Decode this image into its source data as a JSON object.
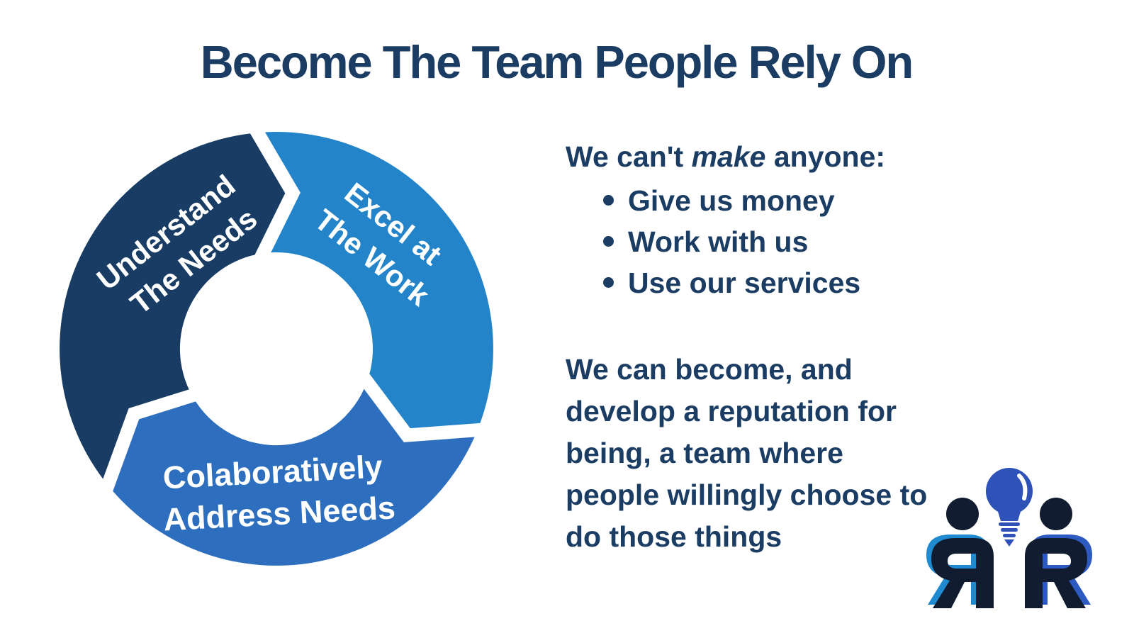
{
  "title": "Become The Team People Rely On",
  "colors": {
    "navy_text": "#1b3c63",
    "segment_dark": "#183c64",
    "segment_light_blue": "#2384ca",
    "segment_mid_blue": "#2d6fbe",
    "gap_white": "#ffffff",
    "logo_navy": "#111c30",
    "logo_blue_left": "#1f8ad0",
    "logo_blue_right": "#2d5ac0",
    "bulb_blue": "#2e52b8"
  },
  "diagram": {
    "name": "team-cycle-donut",
    "segments": [
      {
        "id": "understand-the-needs",
        "lines": [
          "Understand",
          "The Needs"
        ]
      },
      {
        "id": "excel-at-the-work",
        "lines": [
          "Excel at",
          "The Work"
        ]
      },
      {
        "id": "colaboratively-address-needs",
        "lines": [
          "Colaboratively",
          "Address Needs"
        ]
      }
    ]
  },
  "right_panel": {
    "intro_prefix": "We can't ",
    "intro_emphasis": "make",
    "intro_suffix": " anyone:",
    "bullets": [
      "Give us money",
      "Work with us",
      "Use our services"
    ],
    "paragraph": "We can become, and\ndevelop a reputation for\nbeing, a team where\npeople willingly choose to\ndo those things"
  },
  "logo": {
    "description": "two-mirrored-r-people-with-lightbulb"
  }
}
